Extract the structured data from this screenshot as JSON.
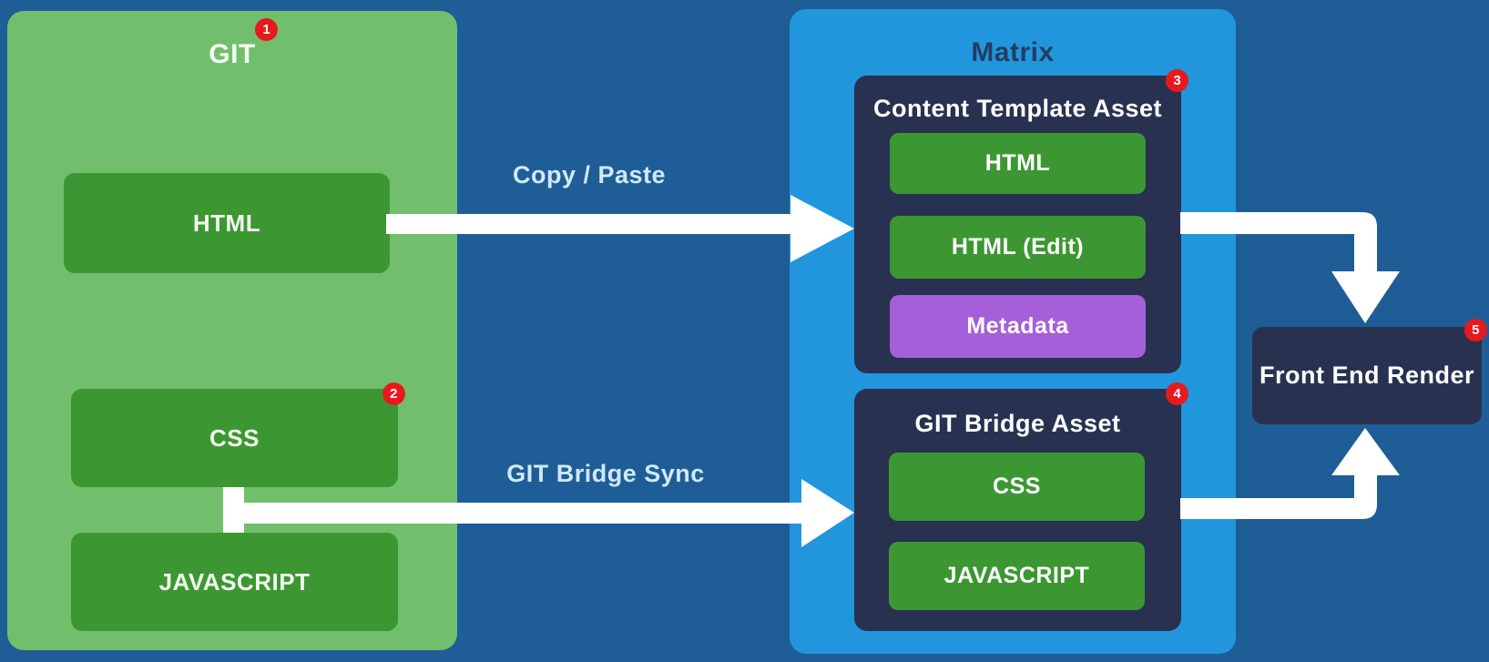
{
  "colors": {
    "background": "#1F5D97",
    "git_panel": "#71BF6D",
    "matrix_panel": "#2196DD",
    "green_box": "#3C9733",
    "navy_box": "#283250",
    "purple_box": "#A55FD9",
    "badge_red": "#E8191D",
    "arrow_white": "#FFFFFF",
    "matrix_title_text": "#233C62",
    "arrow_label_text": "#CFE9F7"
  },
  "git_panel": {
    "title": "GIT",
    "badge": "1",
    "boxes": [
      {
        "label": "HTML"
      },
      {
        "label": "CSS",
        "badge": "2"
      },
      {
        "label": "JAVASCRIPT"
      }
    ]
  },
  "arrows": {
    "copy_paste_label": "Copy / Paste",
    "git_bridge_sync_label": "GIT Bridge Sync"
  },
  "matrix_panel": {
    "title": "Matrix",
    "assets": [
      {
        "title": "Content Template Asset",
        "badge": "3",
        "items": [
          {
            "label": "HTML",
            "type": "green"
          },
          {
            "label": "HTML (Edit)",
            "type": "green"
          },
          {
            "label": "Metadata",
            "type": "purple"
          }
        ]
      },
      {
        "title": "GIT Bridge Asset",
        "badge": "4",
        "items": [
          {
            "label": "CSS",
            "type": "green"
          },
          {
            "label": "JAVASCRIPT",
            "type": "green"
          }
        ]
      }
    ]
  },
  "front_end_render": {
    "title": "Front End Render",
    "badge": "5"
  }
}
